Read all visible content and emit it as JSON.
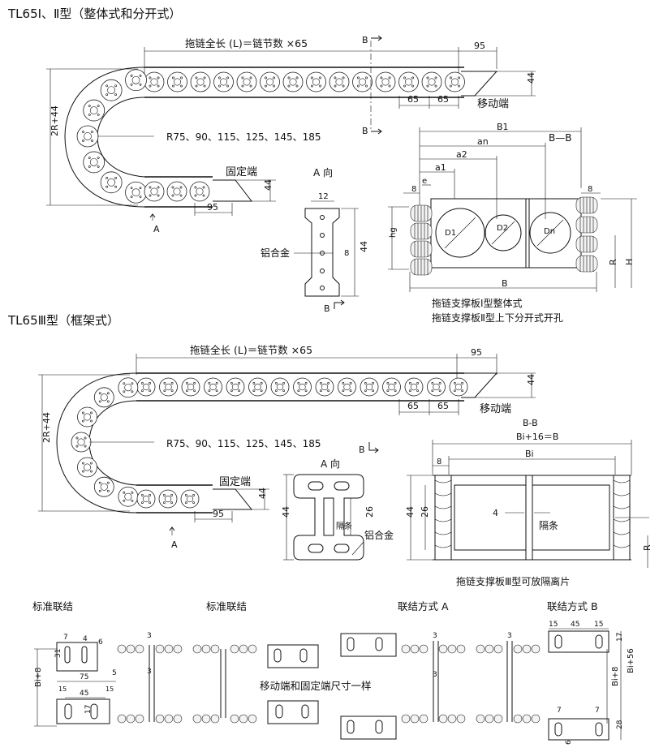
{
  "section1": {
    "title": "TL65Ⅰ、Ⅱ型（整体式和分开式）",
    "length_formula": "拖链全长 (L)＝链节数 ×65",
    "radius_list": "R75、90、115、125、145、185",
    "label_2r44": "2R+44",
    "label_fixed_end": "固定端",
    "label_moving_end": "移动端",
    "dim_95_top": "95",
    "dim_95_bottom": "95",
    "dim_44_top": "44",
    "dim_44_bottom": "44",
    "dim_65_a": "65",
    "dim_65_b": "65",
    "label_A": "A",
    "label_B_top": "B",
    "label_B_bottom": "B",
    "view_a_title": "A 向",
    "view_a_dim_12": "12",
    "view_a_dim_8": "8",
    "view_a_dim_44": "44",
    "view_a_material": "铝合金",
    "view_a_label_B": "B",
    "bb_title": "B—B",
    "bb_B1": "B1",
    "bb_an": "an",
    "bb_a2": "a2",
    "bb_a1": "a1",
    "bb_e": "e",
    "bb_8_left": "8",
    "bb_8_right": "8",
    "bb_hg": "hg",
    "bb_D1": "D1",
    "bb_D2": "D2",
    "bb_Dn": "Dn",
    "bb_B": "B",
    "bb_R": "R",
    "bb_H": "H",
    "caption_1": "拖链支撑板Ⅰ型整体式",
    "caption_2": "拖链支撑板Ⅱ型上下分开式开孔"
  },
  "section2": {
    "title": "TL65Ⅲ型（框架式）",
    "length_formula": "拖链全长 (L)＝链节数 ×65",
    "radius_list": "R75、90、115、125、145、185",
    "label_2r44": "2R+44",
    "label_fixed_end": "固定端",
    "label_moving_end": "移动端",
    "dim_95_top": "95",
    "dim_95_bottom": "95",
    "dim_44_top": "44",
    "dim_44_bottom": "44",
    "dim_65_a": "65",
    "dim_65_b": "65",
    "label_A": "A",
    "label_B": "B",
    "view_a_title": "A 向",
    "view_a_dim_44": "44",
    "view_a_dim_26": "26",
    "view_a_divider": "隔条",
    "view_a_material": "铝合金",
    "bb_title": "B-B",
    "bb_bi16": "Bi+16＝B",
    "bb_bi": "Bi",
    "bb_8": "8",
    "bb_26": "26",
    "bb_44": "44",
    "bb_4": "4",
    "bb_divider": "隔条",
    "bb_R": "R",
    "caption": "拖链支撑板Ⅲ型可放隔离片"
  },
  "section3": {
    "title_std_1": "标准联结",
    "title_std_2": "标准联结",
    "title_a": "联结方式 A",
    "title_b": "联结方式 B",
    "note_same": "移动端和固定端尺寸一样",
    "d1_7": "7",
    "d1_4": "4",
    "d1_6": "6",
    "d1_31": "31",
    "d1_5": "5",
    "d1_75": "75",
    "d1_15a": "15",
    "d1_45": "45",
    "d1_15b": "15",
    "d1_17": "17",
    "d1_bi8": "Bi+8",
    "d1_3a": "3",
    "d1_3b": "3",
    "da_3a": "3",
    "da_3b": "3",
    "db_15a": "15",
    "db_45": "45",
    "db_15b": "15",
    "db_17": "17",
    "db_3": "3",
    "db_bi8": "Bi+8",
    "db_bi56": "Bi+56",
    "db_7a": "7",
    "db_7b": "7",
    "db_28": "28",
    "db_6": "6"
  }
}
